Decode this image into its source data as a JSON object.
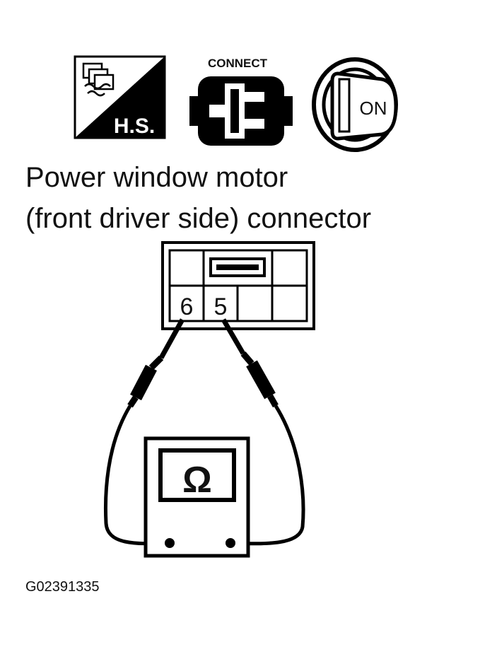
{
  "icons": {
    "hs_label": "H.S.",
    "connect_label": "CONNECT",
    "ignition_label": "ON"
  },
  "title": {
    "line1": "Power window motor",
    "line2": "(front driver side) connector"
  },
  "connector": {
    "pin_left": "6",
    "pin_right": "5"
  },
  "meter": {
    "symbol": "Ω"
  },
  "figure_code": "G02391335"
}
